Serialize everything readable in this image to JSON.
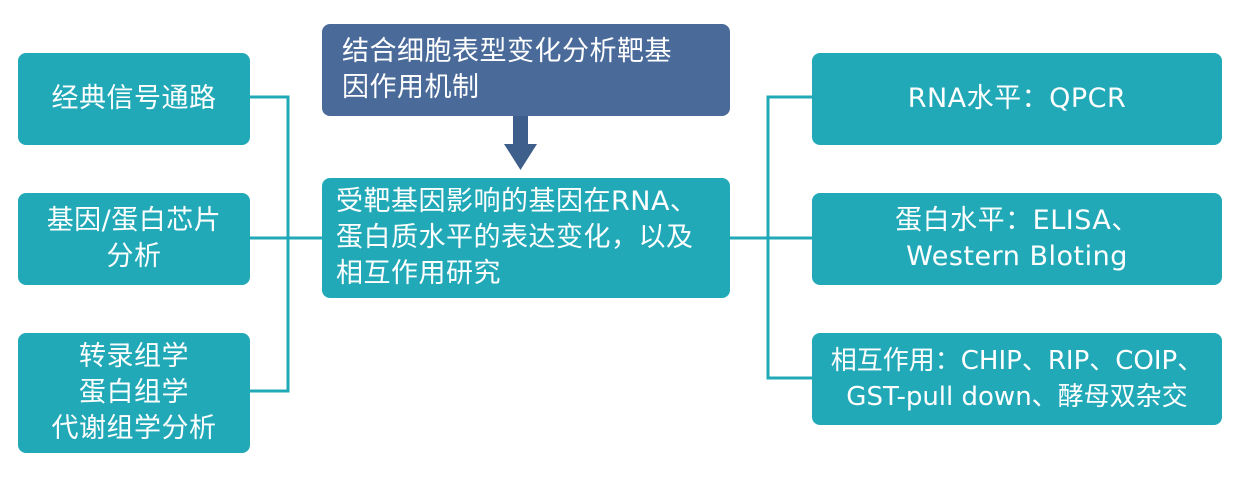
{
  "colors": {
    "teal": "#21a9b8",
    "navy": "#4a6b9a",
    "arrow": "#3e5f8c",
    "line": "#21a9b8"
  },
  "top_box": {
    "text": "结合细胞表型变化分析靶基\n因作用机制"
  },
  "center_box": {
    "text": "受靶基因影响的基因在RNA、\n蛋白质水平的表达变化，以及\n相互作用研究"
  },
  "left_boxes": [
    {
      "text": "经典信号通路"
    },
    {
      "text": "基因/蛋白芯片\n分析"
    },
    {
      "text": "转录组学\n蛋白组学\n代谢组学分析"
    }
  ],
  "right_boxes": [
    {
      "text": "RNA水平：QPCR"
    },
    {
      "text": "蛋白水平：ELISA、\nWestern Bloting"
    },
    {
      "text": "相互作用：CHIP、RIP、COIP、\nGST-pull down、酵母双杂交"
    }
  ]
}
